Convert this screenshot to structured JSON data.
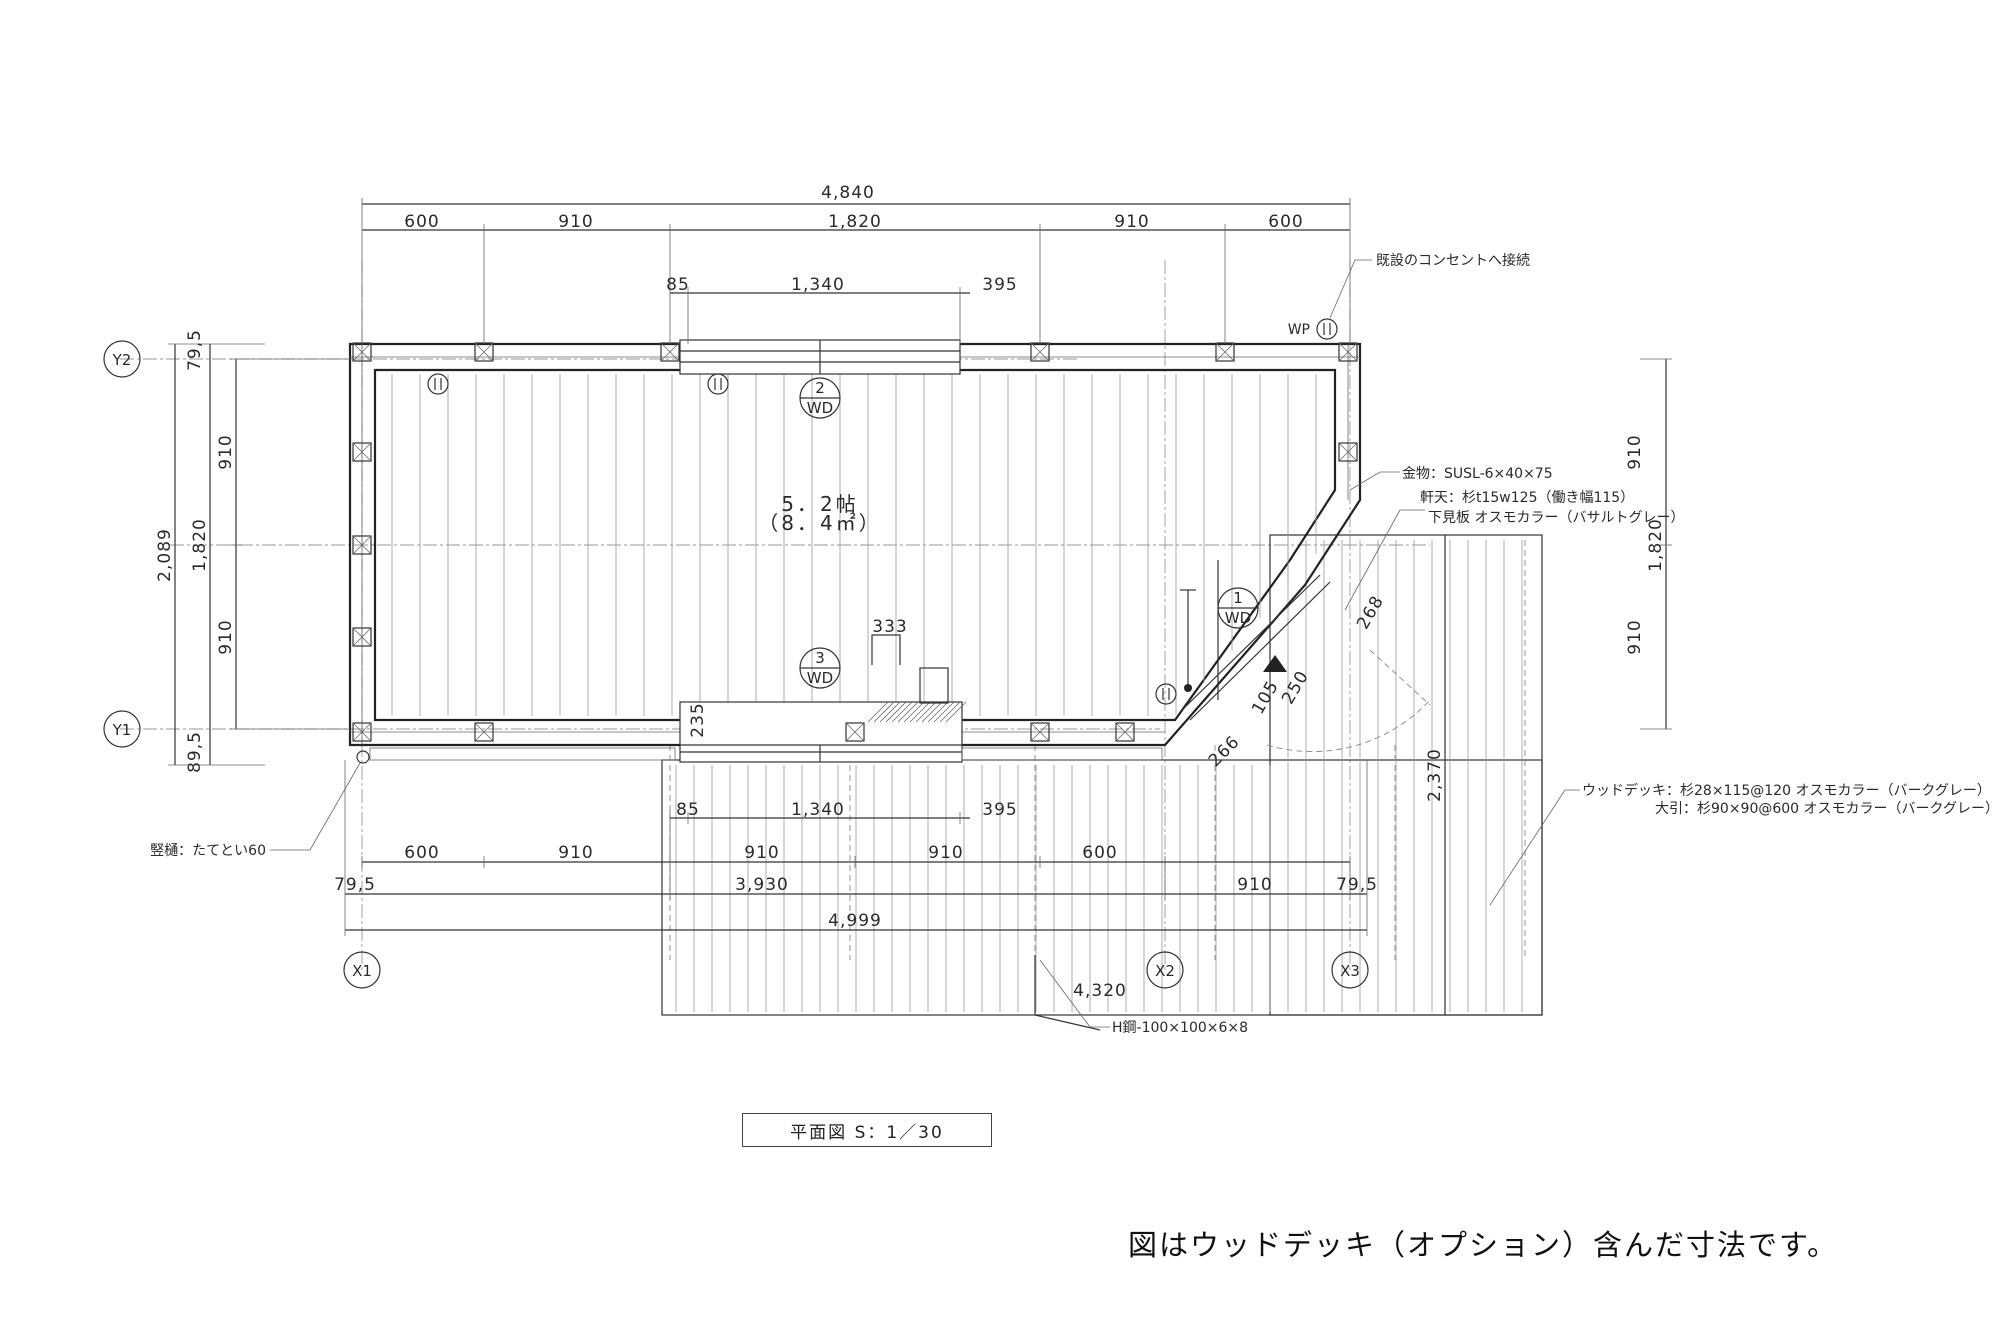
{
  "dimensions": {
    "top_overall": "4,840",
    "top_segments": [
      "600",
      "910",
      "1,820",
      "910",
      "600"
    ],
    "top_opening": [
      "85",
      "1,340",
      "395"
    ],
    "bottom_opening": [
      "85",
      "1,340",
      "395"
    ],
    "bottom_segments": [
      "600",
      "910",
      "910",
      "910",
      "600"
    ],
    "bottom_partial": [
      "79,5",
      "3,930",
      "910",
      "79,5"
    ],
    "bottom_overall": "4,999",
    "deck_width": "4,320",
    "left_overall": "2,089",
    "left_mid": "1,820",
    "left_segments": [
      "910",
      "910"
    ],
    "left_edges": [
      "79,5",
      "89,5"
    ],
    "right_mid": "1,820",
    "right_segments": [
      "910",
      "910"
    ],
    "deck_depth": "2,370",
    "door_dims": [
      "268",
      "250",
      "105",
      "266"
    ],
    "inner_333": "333",
    "inner_235": "235"
  },
  "grid_labels": {
    "y2": "Y2",
    "y1": "Y1",
    "x1": "X1",
    "x2": "X2",
    "x3": "X3"
  },
  "room": {
    "area_tatami": "5．2帖",
    "area_m2": "（8．4㎡）"
  },
  "markers": {
    "window_top": {
      "num": "2",
      "code": "WD"
    },
    "window_bottom": {
      "num": "3",
      "code": "WD"
    },
    "door": {
      "num": "1",
      "code": "WD"
    },
    "wp": "WP"
  },
  "notes": {
    "outlet": "既設のコンセントへ接続",
    "hardware": "金物：SUSL-6×40×75",
    "eaves1": "軒天：杉t15w125（働き幅115）",
    "eaves2": "下見板  オスモカラー（バサルトグレー）",
    "deck1": "ウッドデッキ：杉28×115@120  オスモカラー（バークグレー）",
    "deck2": "大引：杉90×90@600  オスモカラー（バークグレー）",
    "drain": "竪樋：たてとい60",
    "hbeam": "H鋼-100×100×6×8"
  },
  "scale_label": "平面図  S：1／30",
  "hand_note": "図はウッドデッキ（オプション）含んだ寸法です。"
}
